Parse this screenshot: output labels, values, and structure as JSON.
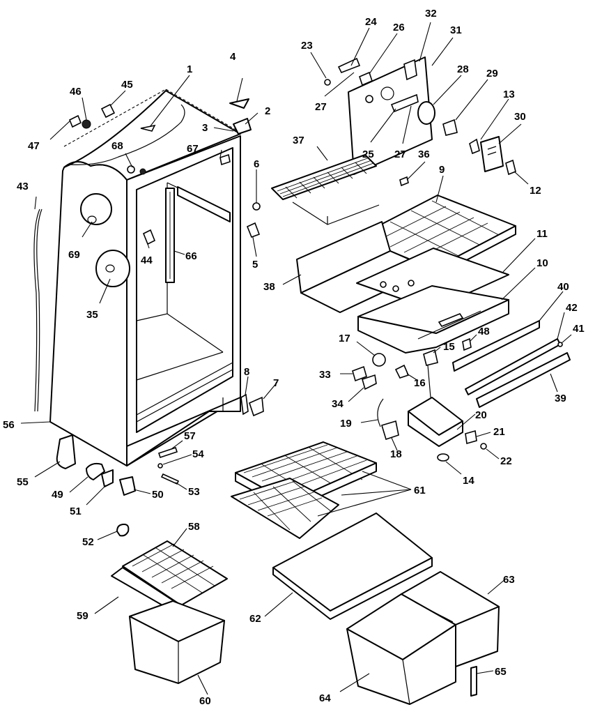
{
  "labels": {
    "p1": "1",
    "p2": "2",
    "p3": "3",
    "p4": "4",
    "p5": "5",
    "p6": "6",
    "p7": "7",
    "p8": "8",
    "p9": "9",
    "p10": "10",
    "p11": "11",
    "p12": "12",
    "p13": "13",
    "p14": "14",
    "p15": "15",
    "p16": "16",
    "p17": "17",
    "p18": "18",
    "p19": "19",
    "p20": "20",
    "p21": "21",
    "p22": "22",
    "p23": "23",
    "p24": "24",
    "p25": "25",
    "p26": "26",
    "p27a": "27",
    "p27b": "27",
    "p28": "28",
    "p29": "29",
    "p30": "30",
    "p31": "31",
    "p32": "32",
    "p33": "33",
    "p34": "34",
    "p35": "35",
    "p36": "36",
    "p37": "37",
    "p38": "38",
    "p39": "39",
    "p40": "40",
    "p41": "41",
    "p42": "42",
    "p43": "43",
    "p44": "44",
    "p45": "45",
    "p46": "46",
    "p47": "47",
    "p48": "48",
    "p49": "49",
    "p50": "50",
    "p51": "51",
    "p52": "52",
    "p53": "53",
    "p54": "54",
    "p55": "55",
    "p56": "56",
    "p57": "57",
    "p58": "58",
    "p59": "59",
    "p60": "60",
    "p61": "61",
    "p62": "62",
    "p63": "63",
    "p64": "64",
    "p65": "65",
    "p66": "66",
    "p67": "67",
    "p68": "68",
    "p69": "69"
  },
  "colors": {
    "line": "#000000",
    "background": "#ffffff"
  }
}
